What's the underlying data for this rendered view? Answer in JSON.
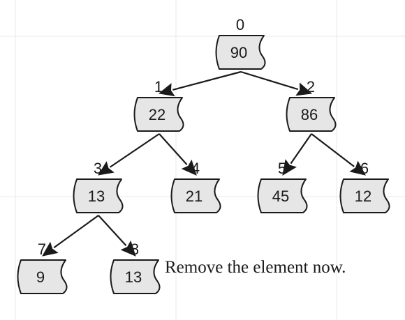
{
  "message": "Remove the element now.",
  "nodes": [
    {
      "index": "0",
      "value": "90",
      "parent": null
    },
    {
      "index": "1",
      "value": "22",
      "parent": 0
    },
    {
      "index": "2",
      "value": "86",
      "parent": 0
    },
    {
      "index": "3",
      "value": "13",
      "parent": 1
    },
    {
      "index": "4",
      "value": "21",
      "parent": 1
    },
    {
      "index": "5",
      "value": "45",
      "parent": 2
    },
    {
      "index": "6",
      "value": "12",
      "parent": 2
    },
    {
      "index": "7",
      "value": "9",
      "parent": 3
    },
    {
      "index": "8",
      "value": "13",
      "parent": 3
    }
  ]
}
